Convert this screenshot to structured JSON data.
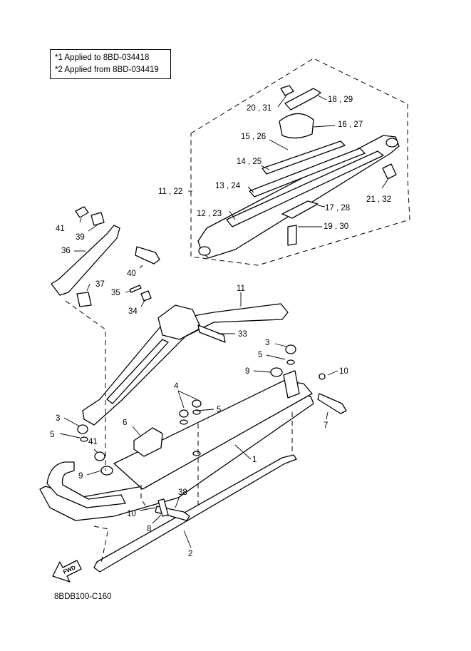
{
  "notes": {
    "line1": "*1 Applied to 8BD-034418",
    "line2": "*2 Applied from 8BD-034419"
  },
  "diagram_code": "8BDB100-C160",
  "fwd_label": "FWD",
  "callouts": {
    "c1": "1",
    "c2": "2",
    "c3a": "3",
    "c3b": "3",
    "c4": "4",
    "c5a": "5",
    "c5b": "5",
    "c5c": "5",
    "c6": "6",
    "c7": "7",
    "c8": "8",
    "c9a": "9",
    "c9b": "9",
    "c10a": "10",
    "c10b": "10",
    "c11": "11",
    "c1122": "11 , 22",
    "c1223": "12 , 23",
    "c1324": "13 , 24",
    "c1425": "14 , 25",
    "c1526": "15 , 26",
    "c1627": "16 , 27",
    "c1728": "17 , 28",
    "c1829": "18 , 29",
    "c1930": "19 , 30",
    "c2031": "20 , 31",
    "c2132": "21 , 32",
    "c33": "33",
    "c34": "34",
    "c35": "35",
    "c36": "36",
    "c37": "37",
    "c38": "38",
    "c39": "39",
    "c40": "40",
    "c41a": "41",
    "c41b": "41"
  }
}
